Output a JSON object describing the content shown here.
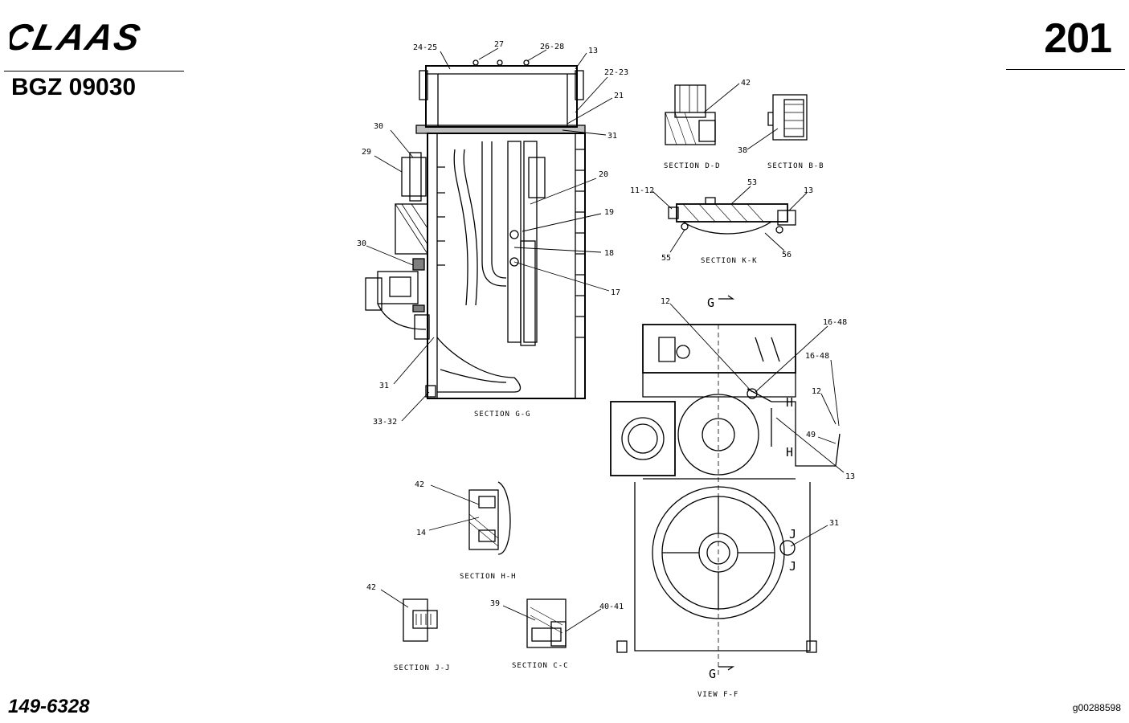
{
  "header": {
    "brand": "CLAAS",
    "sheet_number": "201",
    "model_code": "BGZ 09030"
  },
  "footer": {
    "part_number": "149-6328",
    "image_id": "g00288598"
  },
  "sections": {
    "g_g": "SECTION G-G",
    "d_d": "SECTION D-D",
    "b_b": "SECTION B-B",
    "k_k": "SECTION K-K",
    "h_h": "SECTION H-H",
    "j_j": "SECTION J-J",
    "c_c": "SECTION C-C",
    "f_f": "VIEW F-F"
  },
  "callouts": {
    "c24_25": "24-25",
    "c27": "27",
    "c26_28": "26-28",
    "c13_top": "13",
    "c22_23": "22-23",
    "c21": "21",
    "c31_top": "31",
    "c30_top": "30",
    "c29": "29",
    "c20": "20",
    "c19": "19",
    "c18": "18",
    "c30_mid": "30",
    "c17": "17",
    "c31_low": "31",
    "c33_32": "33-32",
    "c42_dd": "42",
    "c38": "38",
    "c11_12": "11-12",
    "c53": "53",
    "c13_kk": "13",
    "c55": "55",
    "c56": "56",
    "c12_view": "12",
    "c16_48_a": "16-48",
    "c16_48_b": "16-48",
    "c12_side": "12",
    "c49": "49",
    "c13_view": "13",
    "c31_view": "31",
    "c42_hh": "42",
    "c14": "14",
    "c42_jj": "42",
    "c39": "39",
    "c40_41": "40-41"
  },
  "view_markers": {
    "g_top": "G",
    "g_bottom": "G",
    "h_upper": "H",
    "h_lower": "H",
    "j_upper": "J",
    "j_lower": "J"
  }
}
